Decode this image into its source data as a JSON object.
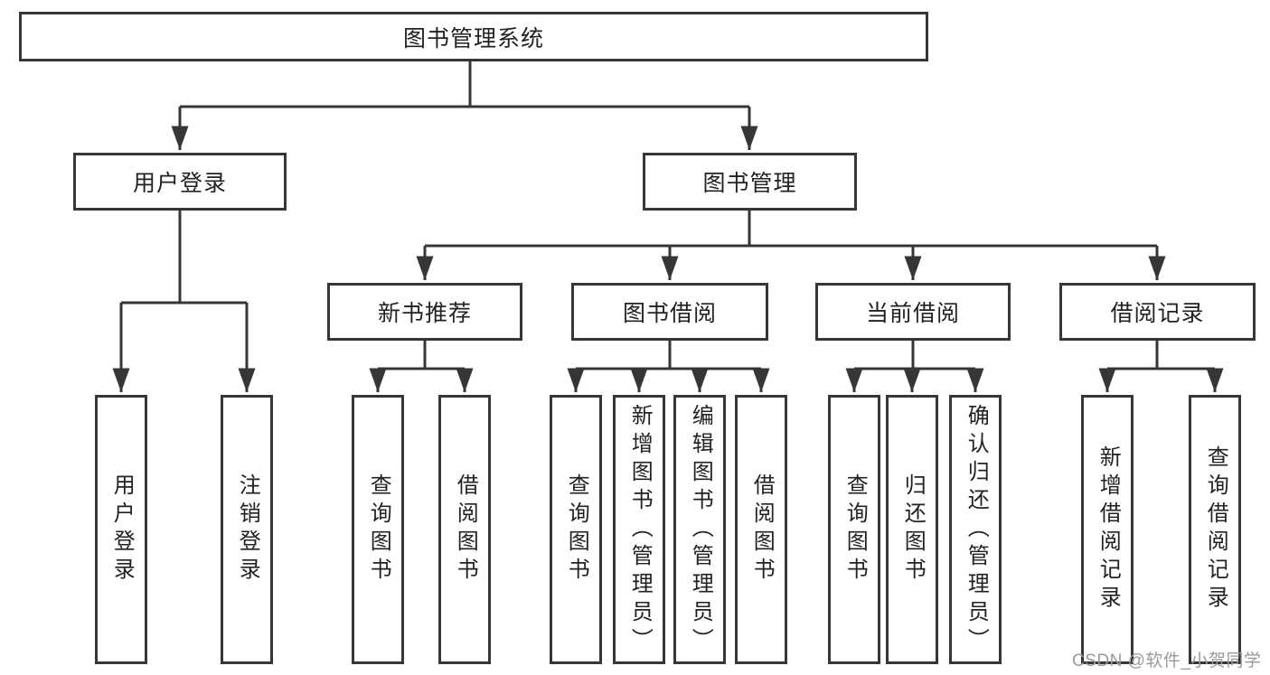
{
  "diagram": {
    "root": {
      "label": "图书管理系统"
    },
    "branches": [
      {
        "label": "用户登录",
        "children": [
          {
            "label": "用户登录"
          },
          {
            "label": "注销登录"
          }
        ]
      },
      {
        "label": "图书管理",
        "groups": [
          {
            "label": "新书推荐",
            "children": [
              {
                "label": "查询图书"
              },
              {
                "label": "借阅图书"
              }
            ]
          },
          {
            "label": "图书借阅",
            "children": [
              {
                "label": "查询图书"
              },
              {
                "label": "新增图书（管理员）"
              },
              {
                "label": "编辑图书（管理员）"
              },
              {
                "label": "借阅图书"
              }
            ]
          },
          {
            "label": "当前借阅",
            "children": [
              {
                "label": "查询图书"
              },
              {
                "label": "归还图书"
              },
              {
                "label": "确认归还（管理员）"
              }
            ]
          },
          {
            "label": "借阅记录",
            "children": [
              {
                "label": "新增借阅记录"
              },
              {
                "label": "查询借阅记录"
              }
            ]
          }
        ]
      }
    ]
  },
  "watermark": {
    "label": "CSDN @软件_小贺同学"
  },
  "colors": {
    "line": "#363636",
    "box_border": "#363636",
    "box_background": "#ffffff",
    "text": "#222222",
    "watermark": "#9a9a9a",
    "page_background": "#ffffff"
  }
}
